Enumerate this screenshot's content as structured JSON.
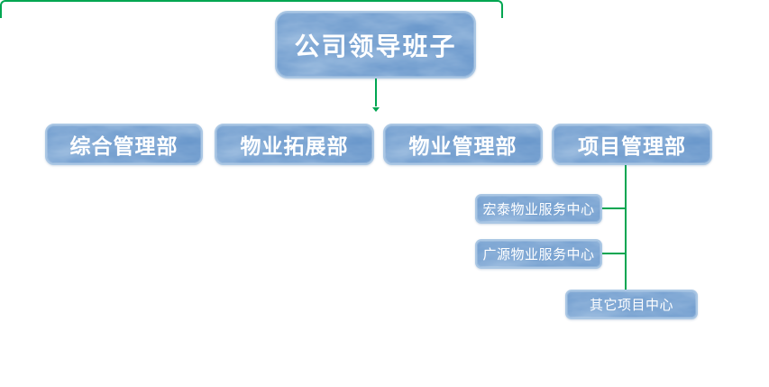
{
  "org_chart": {
    "background": "#ffffff",
    "colors": {
      "box_fill": "#5d8ec6",
      "box_border": "#aac7e4",
      "box_text": "#ffffff",
      "connector": "#00a651"
    },
    "root": {
      "label": "公司领导班子"
    },
    "departments": [
      {
        "label": "综合管理部"
      },
      {
        "label": "物业拓展部"
      },
      {
        "label": "物业管理部"
      },
      {
        "label": "项目管理部"
      }
    ],
    "project_centers": [
      {
        "label": "宏泰物业服务中心"
      },
      {
        "label": "广源物业服务中心"
      },
      {
        "label": "其它项目中心"
      }
    ]
  }
}
